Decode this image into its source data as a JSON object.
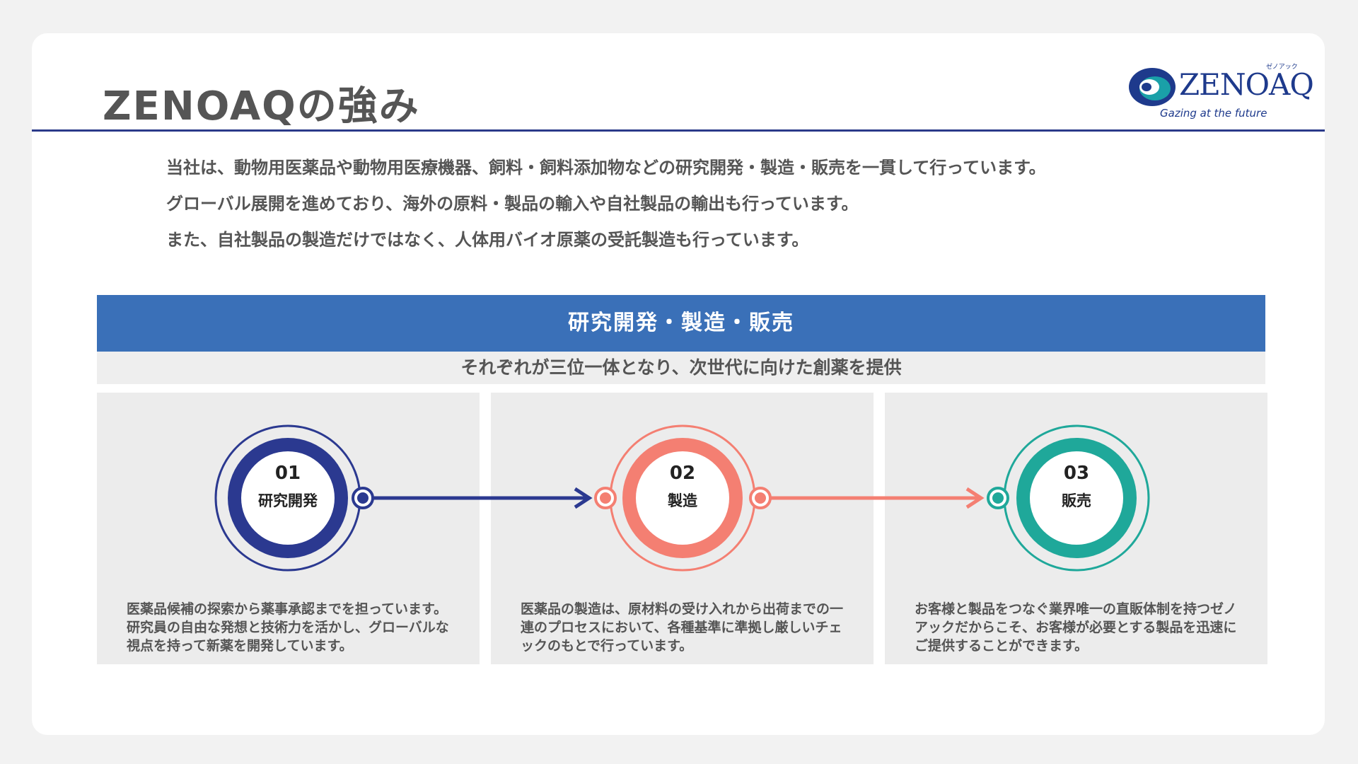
{
  "page": {
    "title": "ZENOAQの強み"
  },
  "logo": {
    "brand": "ZENOAQ",
    "kana": "ゼノアック",
    "tagline": "Gazing at the future"
  },
  "intro": [
    "当社は、動物用医薬品や動物用医療機器、飼料・飼料添加物などの研究開発・製造・販売を一貫して行っています。",
    "グローバル展開を進めており、海外の原料・製品の輸入や自社製品の輸出も行っています。",
    "また、自社製品の製造だけではなく、人体用バイオ原薬の受託製造も行っています。"
  ],
  "band": {
    "heading": "研究開発・製造・販売",
    "subheading": "それぞれが三位一体となり、次世代に向けた創薬を提供"
  },
  "steps": [
    {
      "number": "01",
      "label": "研究開発",
      "color": "#2b3990",
      "description": "医薬品候補の探索から薬事承認までを担っています。研究員の自由な発想と技術力を活かし、グローバルな視点を持って新薬を開発しています。"
    },
    {
      "number": "02",
      "label": "製造",
      "color": "#f47f72",
      "description": "医薬品の製造は、原材料の受け入れから出荷までの一連のプロセスにおいて、各種基準に準拠し厳しいチェックのもとで行っています。"
    },
    {
      "number": "03",
      "label": "販売",
      "color": "#1fa89a",
      "description": "お客様と製品をつなぐ業界唯一の直販体制を持つゼノアックだからこそ、お客様が必要とする製品を迅速にご提供することができます。"
    }
  ],
  "colors": {
    "accent": "#3a70b8",
    "rule": "#2a3a8a",
    "card": "#ececec"
  }
}
